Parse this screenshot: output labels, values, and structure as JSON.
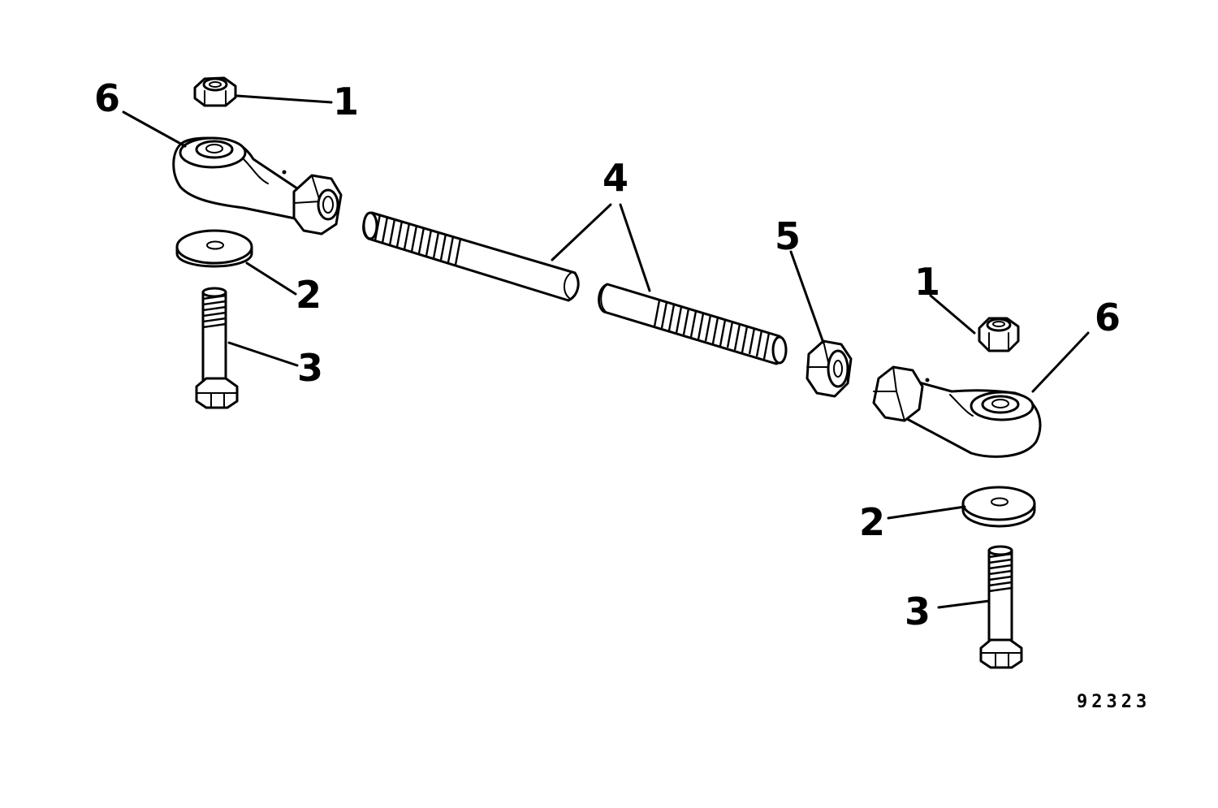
{
  "callouts": {
    "nut_left": "1",
    "nut_right": "1",
    "washer_left": "2",
    "washer_right": "2",
    "bolt_left": "3",
    "bolt_right": "3",
    "rod": "4",
    "jam_nut": "5",
    "rod_end_left": "6",
    "rod_end_right": "6"
  },
  "figure_number": "92323"
}
